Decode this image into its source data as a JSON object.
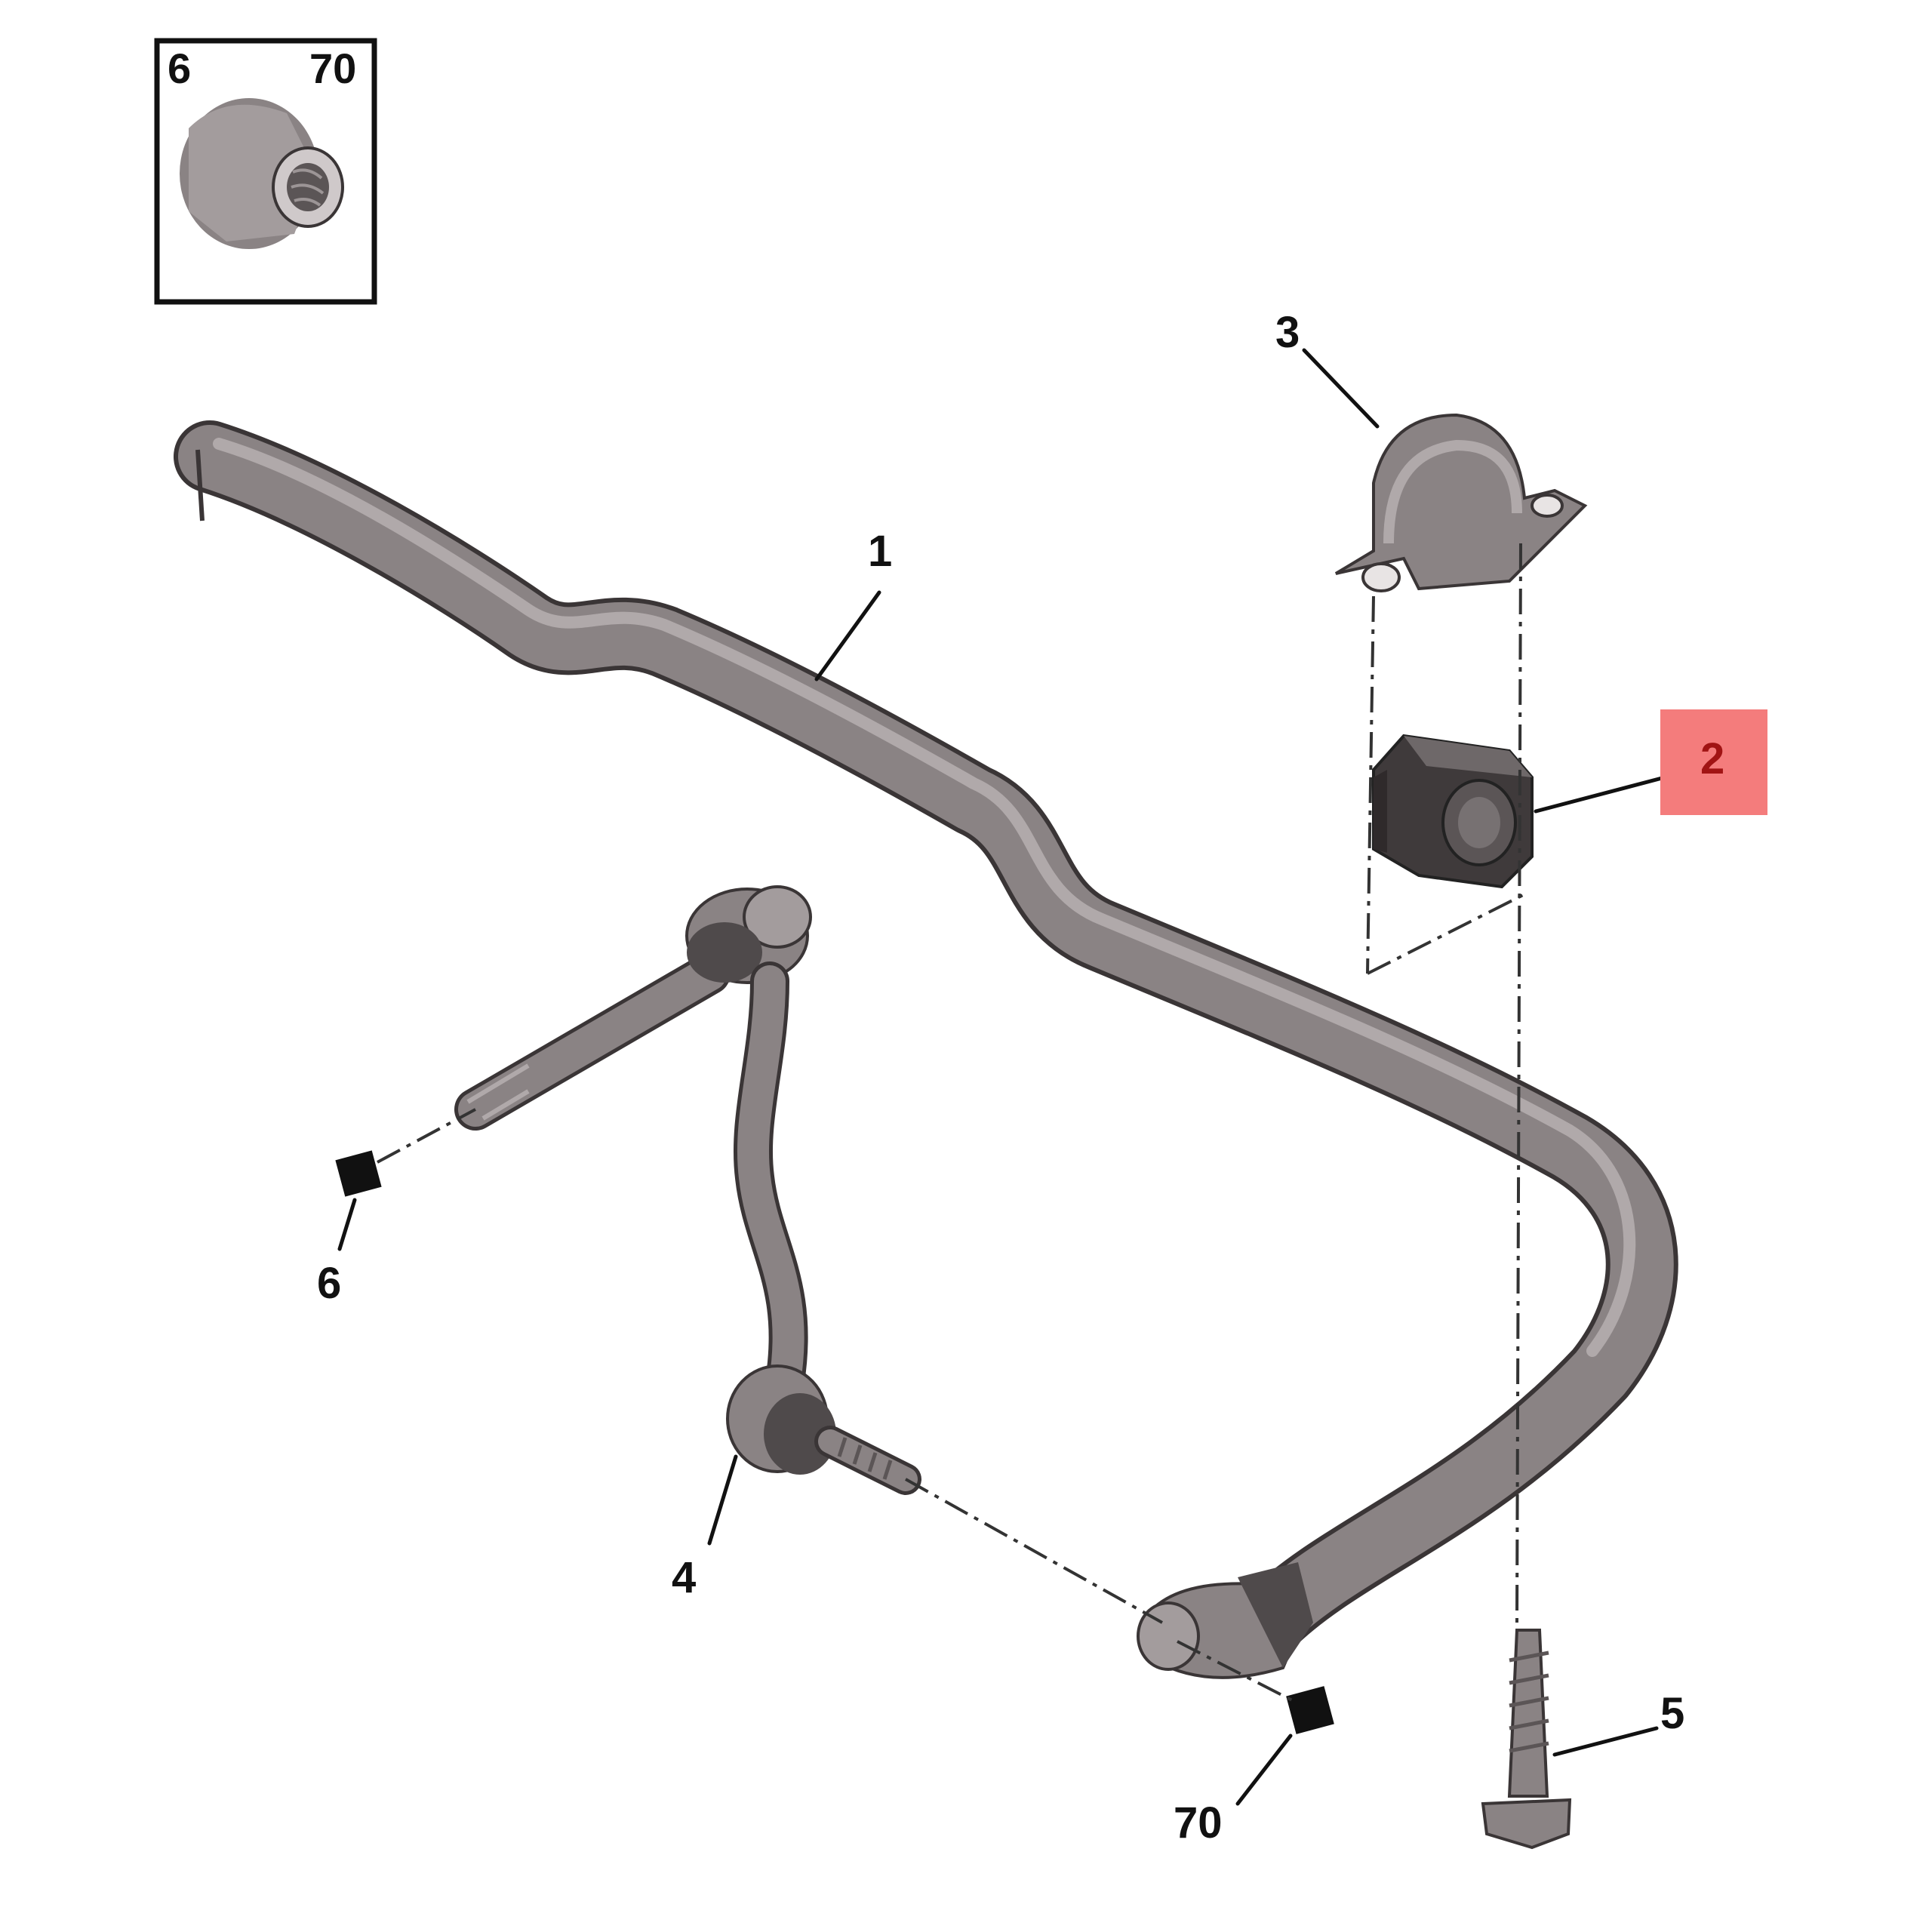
{
  "inset": {
    "label_left": "6",
    "label_right": "70"
  },
  "callouts": {
    "bar": "1",
    "bushing": "2",
    "clamp": "3",
    "link": "4",
    "bolt": "5",
    "nut_left": "6",
    "nut_right": "70"
  },
  "colors": {
    "highlight": "#f47c7c",
    "part": "#8a8384",
    "part_dark": "#4f4a4b",
    "line": "#111111"
  }
}
